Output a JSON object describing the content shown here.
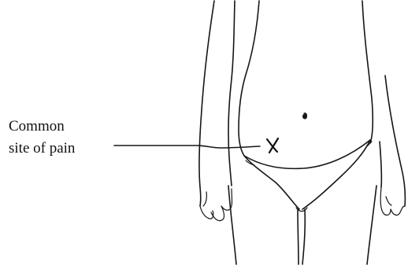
{
  "annotation": {
    "line1": "Common",
    "line2": "site of pain"
  },
  "marker": {
    "glyph": "x"
  },
  "colors": {
    "ink": "#161616",
    "background": "#ffffff"
  }
}
